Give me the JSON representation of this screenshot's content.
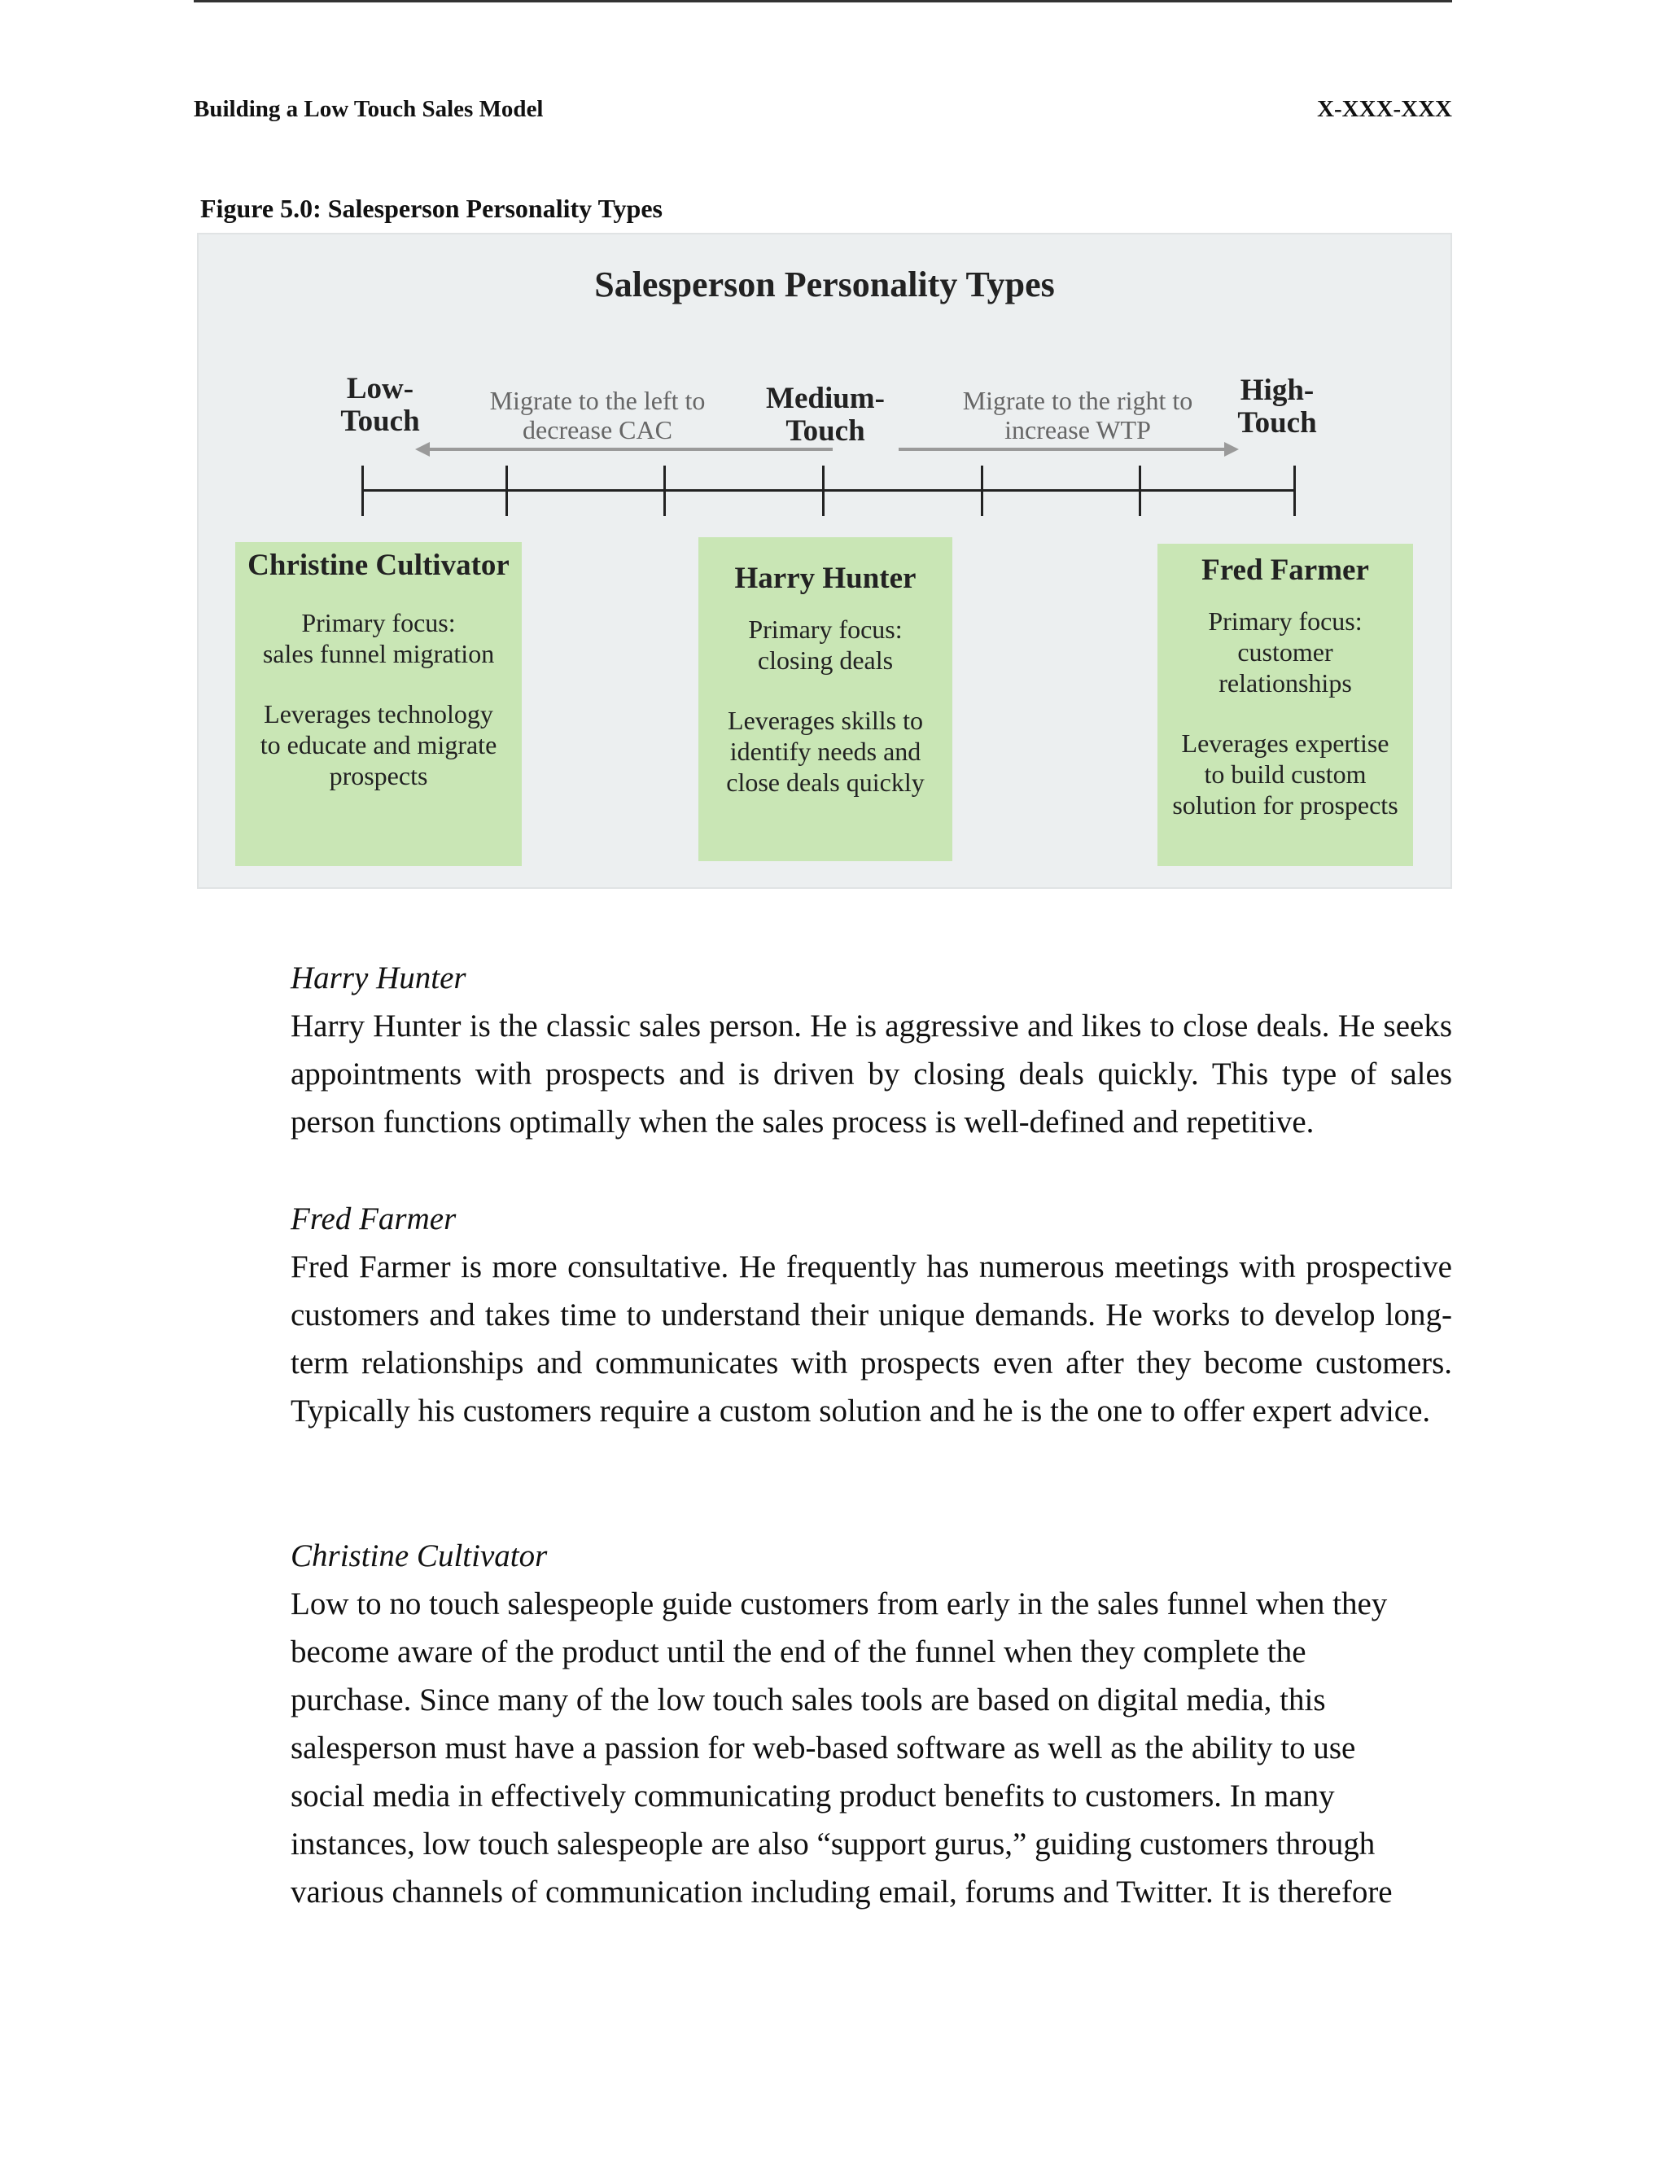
{
  "header": {
    "left": "Building a Low Touch Sales Model",
    "right": "X-XXX-XXX"
  },
  "figure": {
    "caption": "Figure 5.0: Salesperson Personality Types",
    "title": "Salesperson Personality Types",
    "scale": {
      "low": [
        "Low-",
        "Touch"
      ],
      "medium": [
        "Medium-",
        "Touch"
      ],
      "high": [
        "High-",
        "Touch"
      ],
      "migrate_left": [
        "Migrate to the left to",
        "decrease CAC"
      ],
      "migrate_right": [
        "Migrate to the right to",
        "increase WTP"
      ]
    },
    "boxes": [
      {
        "name": "Christine Cultivator",
        "focus": [
          "Primary focus:",
          "sales funnel migration"
        ],
        "leverage": [
          "Leverages technology",
          "to educate and migrate",
          "prospects"
        ]
      },
      {
        "name": "Harry Hunter",
        "focus": [
          "Primary focus:",
          "closing deals"
        ],
        "leverage": [
          "Leverages skills to",
          "identify needs and",
          "close deals quickly"
        ]
      },
      {
        "name": "Fred Farmer",
        "focus": [
          "Primary focus:",
          "customer",
          "relationships"
        ],
        "leverage": [
          "Leverages expertise",
          "to build custom",
          "solution for prospects"
        ]
      }
    ]
  },
  "sections": [
    {
      "title": "Harry Hunter",
      "text": "Harry Hunter is the classic sales person.  He is aggressive and likes to close deals. He seeks appointments with prospects and is driven by closing deals quickly. This type of sales person functions optimally when the sales process is well-defined and repetitive."
    },
    {
      "title": "Fred Farmer",
      "text": "Fred Farmer is more consultative. He frequently has numerous meetings with prospective customers and takes time to understand their unique demands. He works to develop long-term relationships and communicates with prospects even after they become customers. Typically his customers require a custom solution and he is the one to offer expert advice."
    },
    {
      "title": "Christine Cultivator",
      "text": "Low to no touch salespeople guide customers from early in the sales funnel when they become aware of the product until the end of the funnel when they complete the purchase. Since many of the low touch sales tools are based on digital media, this salesperson must have a passion for web-based software as well as the ability to use social media in effectively communicating product benefits to customers. In many instances, low touch salespeople are also “support gurus,” guiding customers through various channels of communication including email, forums and Twitter. It is therefore"
    }
  ]
}
